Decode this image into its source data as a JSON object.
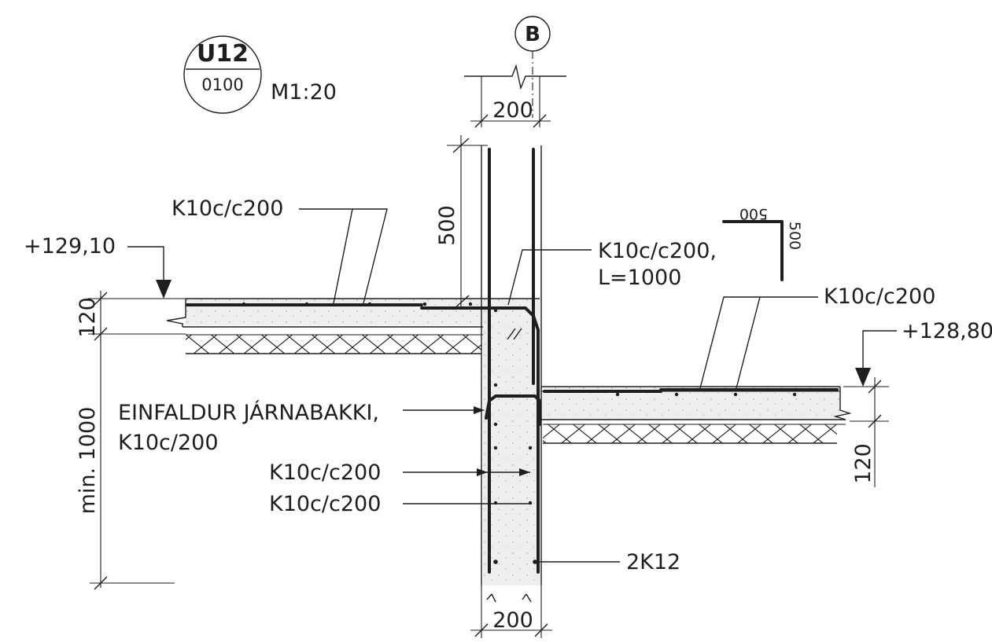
{
  "title_block": {
    "detail_id": "U12",
    "sheet_no": "0100",
    "scale": "M1:20"
  },
  "grid_axis": "B",
  "dimensions": {
    "wall_width_top": "200",
    "wall_width_bottom": "200",
    "lap_height": "500",
    "upper_slab_thickness": "120",
    "lower_slab_thickness": "120",
    "foundation_depth": "min. 1000"
  },
  "levels": {
    "upper_floor": "+129,10",
    "lower_floor": "+128,80"
  },
  "bar_shape": {
    "leg_horizontal": "500",
    "leg_vertical": "500"
  },
  "labels": {
    "upper_slab_mesh": "K10c/c200",
    "corner_bar_line1": "K10c/c200,",
    "corner_bar_line2": "L=1000",
    "lower_slab_mesh": "K10c/c200",
    "chair_line1": "EINFALDUR JÁRNABAKKI,",
    "chair_line2": "K10c/200",
    "wall_bars_1": "K10c/c200",
    "wall_bars_2": "K10c/c200",
    "bottom_bars": "2K12"
  },
  "colors": {
    "line": "#1e1e1e",
    "concrete_fill": "#eeeeee"
  }
}
